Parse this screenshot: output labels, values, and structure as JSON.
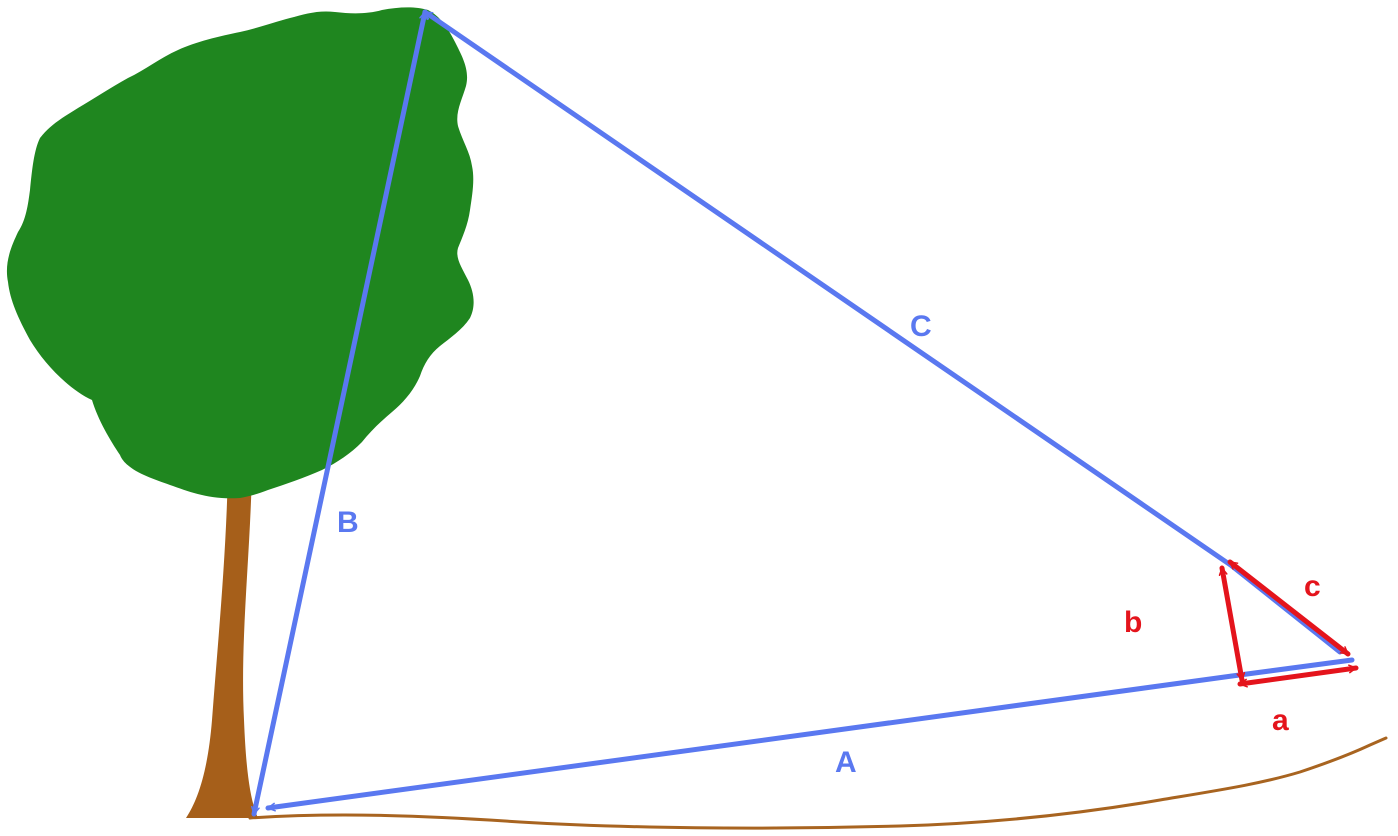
{
  "colors": {
    "canopy": "#1f861f",
    "trunk": "#a65f1a",
    "ground": "#a86420",
    "large_triangle": "#5a78f0",
    "small_triangle": "#e4141c",
    "background": "#ffffff"
  },
  "labels": {
    "A": "A",
    "B": "B",
    "C": "C",
    "a": "a",
    "b": "b",
    "c": "c"
  }
}
